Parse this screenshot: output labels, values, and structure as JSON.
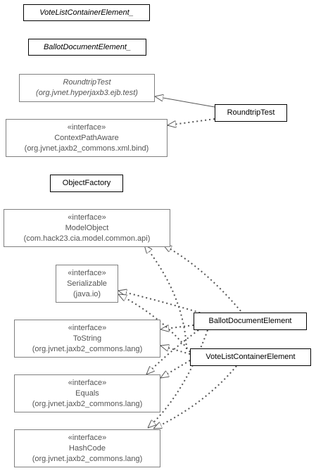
{
  "diagram": {
    "colors": {
      "line": "#555555",
      "external_border": "#808080",
      "external_text": "#555555",
      "class_border": "#000000"
    },
    "classes": {
      "vote_list_container_element_": {
        "name": "VoteListContainerElement_"
      },
      "ballot_document_element_": {
        "name": "BallotDocumentElement_"
      },
      "roundtrip_test_ext": {
        "name": "RoundtripTest",
        "package": "(org.jvnet.hyperjaxb3.ejb.test)"
      },
      "roundtrip_test": {
        "name": "RoundtripTest"
      },
      "context_path_aware": {
        "stereotype": "«interface»",
        "name": "ContextPathAware",
        "package": "(org.jvnet.jaxb2_commons.xml.bind)"
      },
      "object_factory": {
        "name": "ObjectFactory"
      },
      "model_object": {
        "stereotype": "«interface»",
        "name": "ModelObject",
        "package": "(com.hack23.cia.model.common.api)"
      },
      "serializable": {
        "stereotype": "«interface»",
        "name": "Serializable",
        "package": "(java.io)"
      },
      "ballot_document_element": {
        "name": "BallotDocumentElement"
      },
      "to_string": {
        "stereotype": "«interface»",
        "name": "ToString",
        "package": "(org.jvnet.jaxb2_commons.lang)"
      },
      "vote_list_container_element": {
        "name": "VoteListContainerElement"
      },
      "equals": {
        "stereotype": "«interface»",
        "name": "Equals",
        "package": "(org.jvnet.jaxb2_commons.lang)"
      },
      "hash_code": {
        "stereotype": "«interface»",
        "name": "HashCode",
        "package": "(org.jvnet.jaxb2_commons.lang)"
      }
    }
  }
}
